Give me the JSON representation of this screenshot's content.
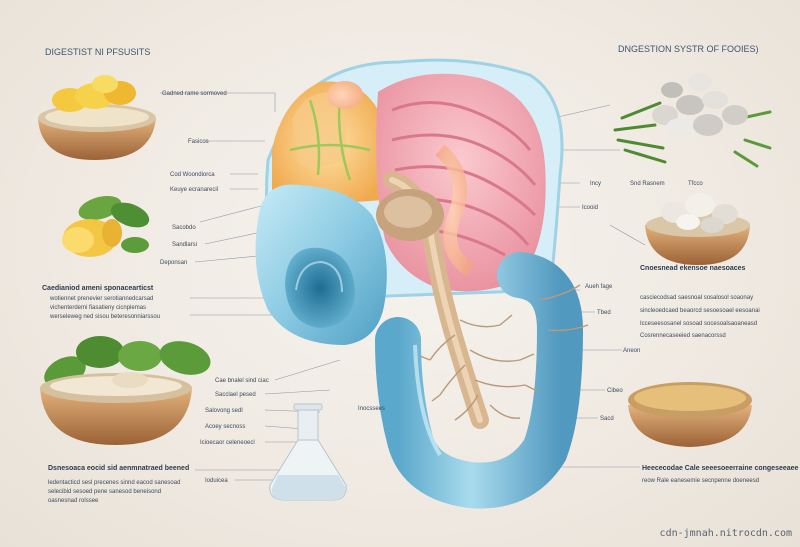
{
  "titles": {
    "left": "DIGESTIST NI PFSUSITS",
    "right": "DNGESTION SYSTR OF FOOIES)"
  },
  "labels_left": [
    "Gadned rame sormoved",
    "Fasicos",
    "Cod Woondiorca",
    "Keuye ecranarecil",
    "Sacobdo",
    "Sandlarsi",
    "Deponsan",
    "Caedianiod ameni sponacearticst",
    "wotiennet prenevier serotiannedcarsad",
    "vichenterdemi fiasatieny cicnpiemas",
    "werseleweg ned sisou beteresonniarssou",
    "Cae bnalel sind ciac",
    "Sacclael pesed",
    "Salovong sedl",
    "Acoey secnoss",
    "Icioecaor celeneoecl",
    "Dsnesoaca eocid sid aenmnatraed beened",
    "ledentacticd sesl precenes sinnd eacod sanesoad",
    "selecibid sesoed pene sanesod beneisond",
    "oasnesnad rolssee",
    "Ioduicea"
  ],
  "labels_right": [
    "Incy",
    "Snd Rasnem",
    "Tfcco",
    "Icooid",
    "Cnoesnead ekensoe naesoaces",
    "casciecodsad saesnoal sosalosol soaonay",
    "sincleoedcaed beaorcd sesoesoael eesoanai",
    "Icceseesosanel sosoad socesoalsaoaneasd",
    "Cosrennecaseeied saenacorssd",
    "Aueh fage",
    "Tbed",
    "Aneon",
    "Cibeo",
    "Sacd",
    "Heececodae Cale seeesoeerraine congeseeaee",
    "reow Rale eanesemie secnpenne doeneesd"
  ],
  "center_label": "Inocssees",
  "watermark": "cdn-jmnah.nitrocdn.com",
  "colors": {
    "stomach_blue": "#8ccbe3",
    "intestine_pink": "#f2a9b4",
    "organ_orange": "#f3c27a",
    "bowl_wood": "#c08a55",
    "leaf_green": "#5f9a3a",
    "text": "#2f3f52"
  }
}
